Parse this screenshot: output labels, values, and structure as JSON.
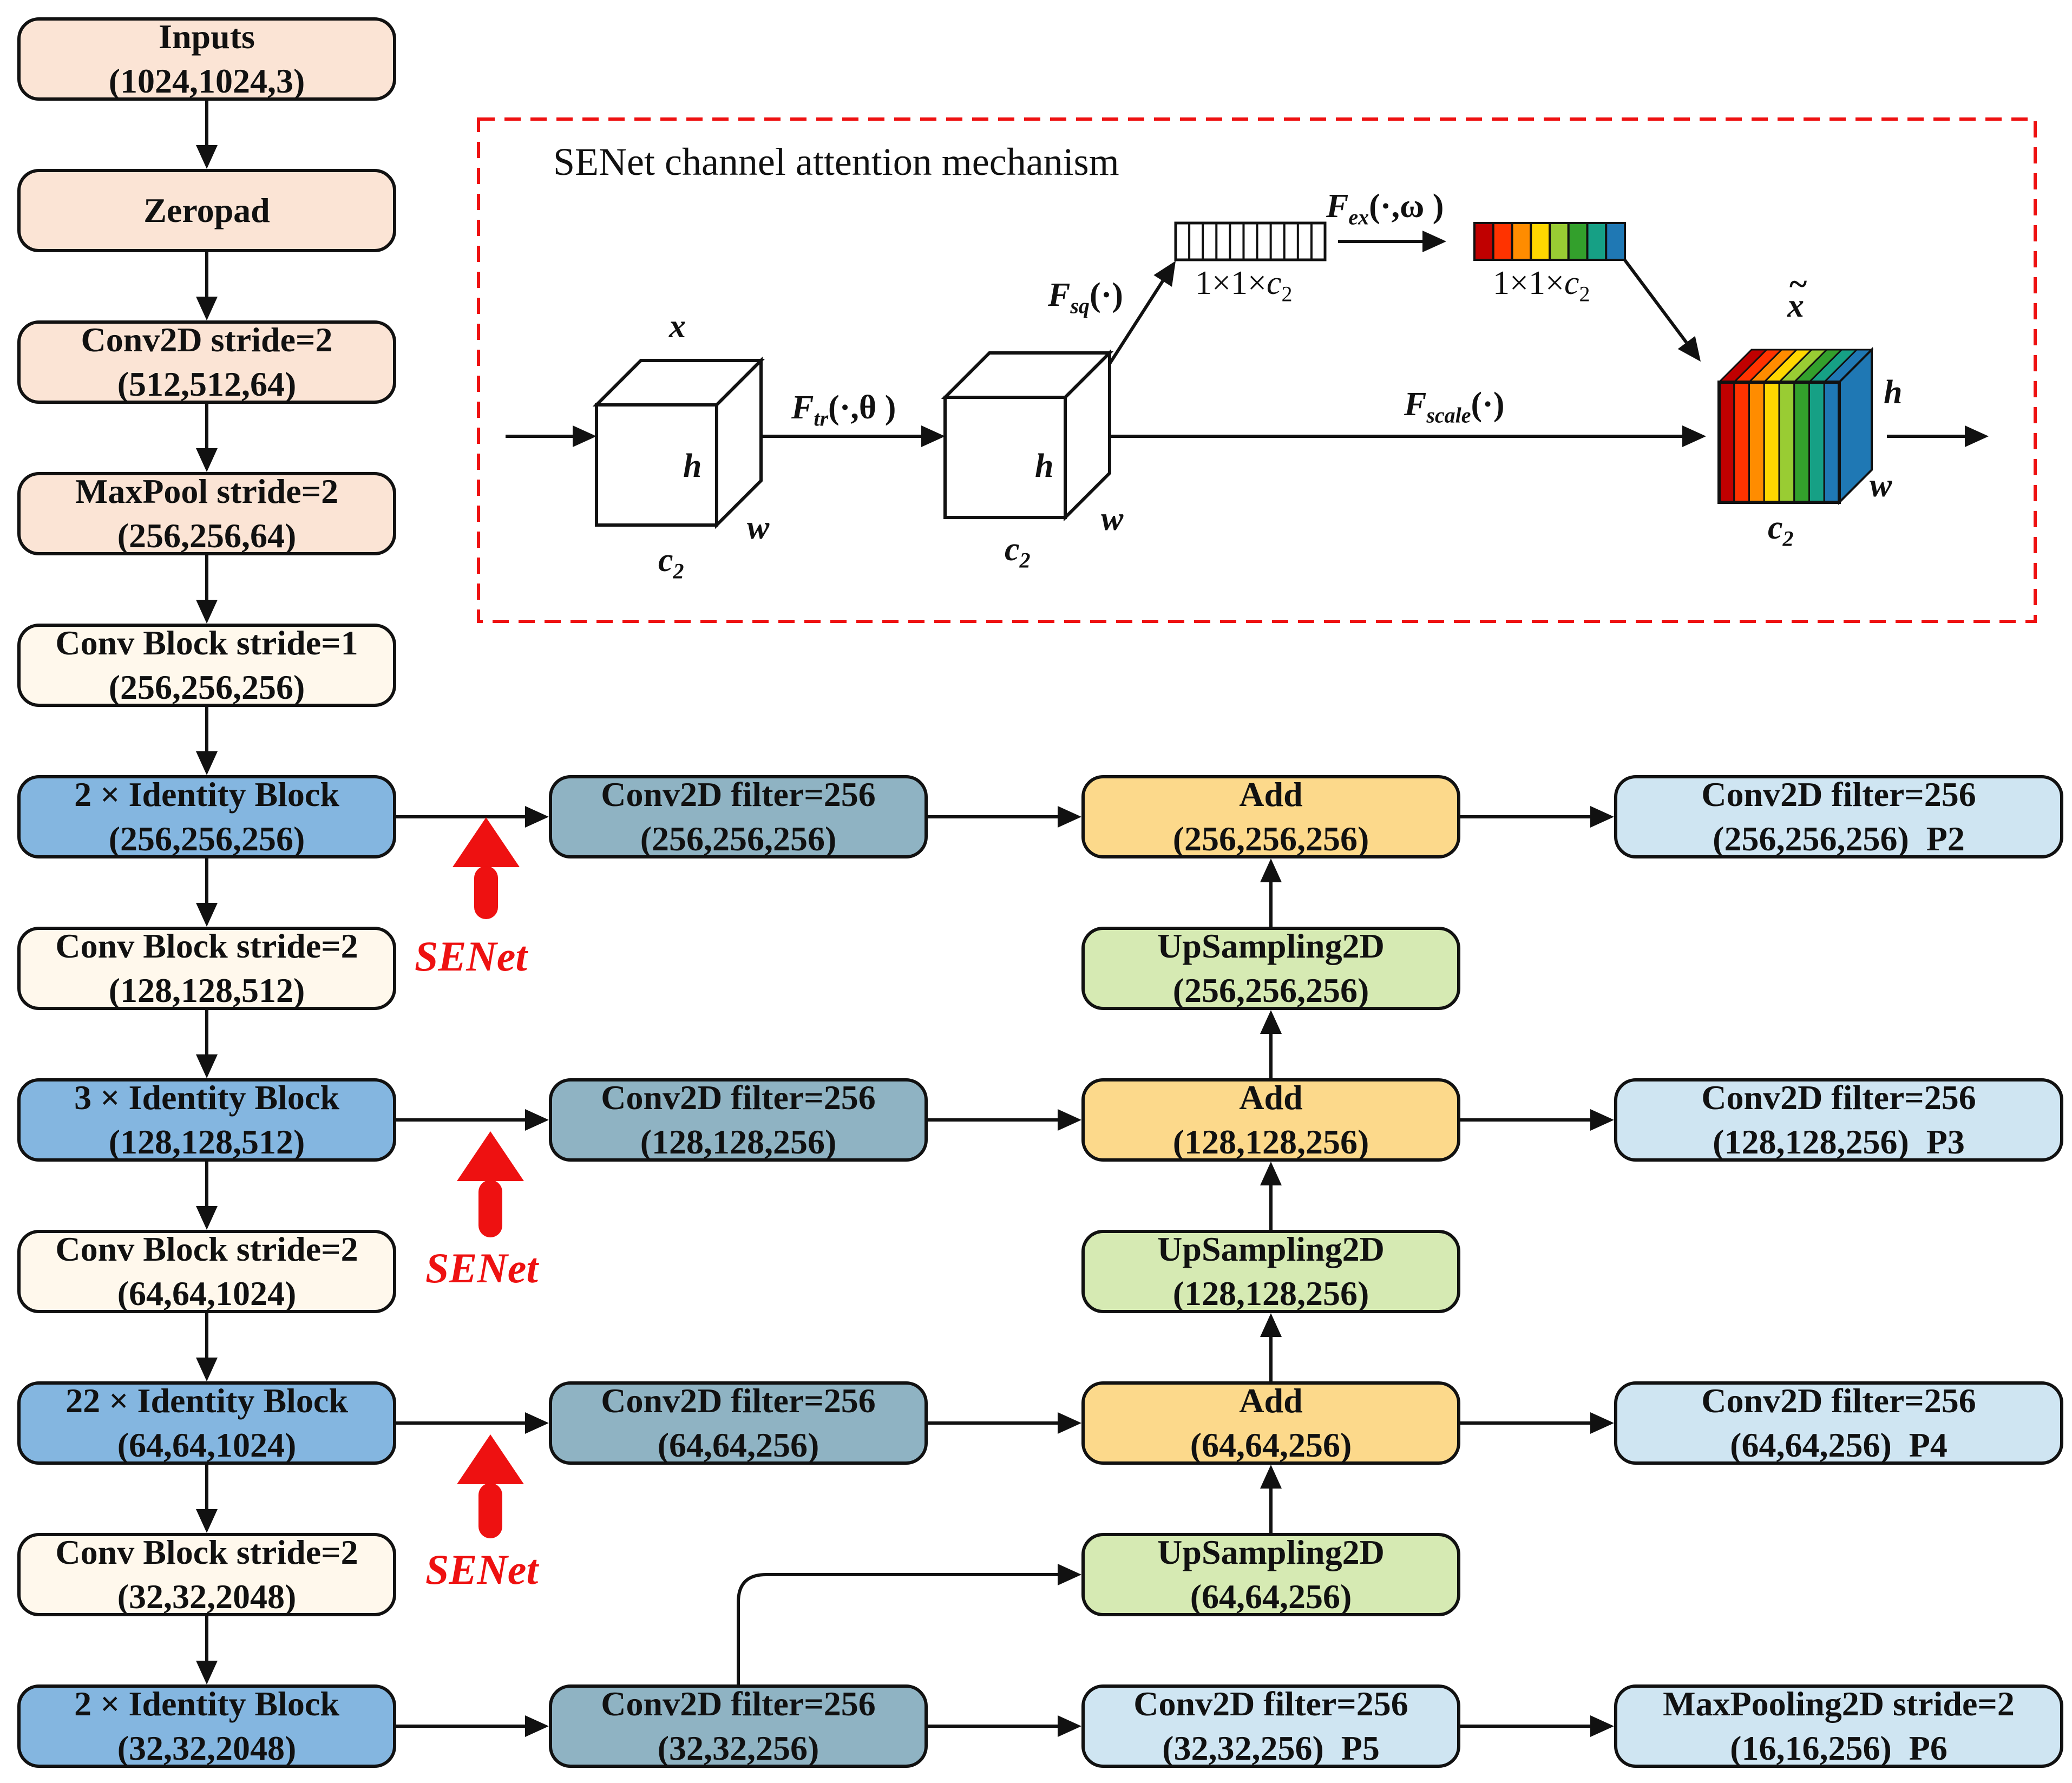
{
  "colors": {
    "peach": "#fbe4d5",
    "cream": "#fff8ec",
    "blue_dark": "#84b6e0",
    "steel": "#8fb3c3",
    "yellow": "#fcd98b",
    "green": "#d6eab3",
    "light_blue": "#cfe5f2",
    "red": "#ee1111"
  },
  "backbone": [
    {
      "line1": "Inputs",
      "line2": "(1024,1024,3)"
    },
    {
      "line1": "Zeropad",
      "line2": ""
    },
    {
      "line1": "Conv2D stride=2",
      "line2": "(512,512,64)"
    },
    {
      "line1": "MaxPool stride=2",
      "line2": "(256,256,64)"
    },
    {
      "line1": "Conv Block stride=1",
      "line2": "(256,256,256)"
    },
    {
      "line1": "2 × Identity Block",
      "line2": "(256,256,256)"
    },
    {
      "line1": "Conv Block stride=2",
      "line2": "(128,128,512)"
    },
    {
      "line1": "3 × Identity Block",
      "line2": "(128,128,512)"
    },
    {
      "line1": "Conv Block stride=2",
      "line2": "(64,64,1024)"
    },
    {
      "line1": "22 × Identity Block",
      "line2": "(64,64,1024)"
    },
    {
      "line1": "Conv Block stride=2",
      "line2": "(32,32,2048)"
    },
    {
      "line1": "2 × Identity Block",
      "line2": "(32,32,2048)"
    }
  ],
  "lateral": [
    {
      "line1": "Conv2D filter=256",
      "line2": "(256,256,256)"
    },
    {
      "line1": "Conv2D filter=256",
      "line2": "(128,128,256)"
    },
    {
      "line1": "Conv2D filter=256",
      "line2": "(64,64,256)"
    },
    {
      "line1": "Conv2D filter=256",
      "line2": "(32,32,256)"
    }
  ],
  "merge": [
    {
      "line1": "Add",
      "line2": "(256,256,256)"
    },
    {
      "line1": "UpSampling2D",
      "line2": "(256,256,256)"
    },
    {
      "line1": "Add",
      "line2": "(128,128,256)"
    },
    {
      "line1": "UpSampling2D",
      "line2": "(128,128,256)"
    },
    {
      "line1": "Add",
      "line2": "(64,64,256)"
    },
    {
      "line1": "UpSampling2D",
      "line2": "(64,64,256)"
    },
    {
      "line1": "Conv2D filter=256",
      "line2": "(32,32,256)  P5"
    }
  ],
  "outputs": [
    {
      "line1": "Conv2D filter=256",
      "line2": "(256,256,256)  P2"
    },
    {
      "line1": "Conv2D filter=256",
      "line2": "(128,128,256)  P3"
    },
    {
      "line1": "Conv2D filter=256",
      "line2": "(64,64,256)  P4"
    },
    {
      "line1": "MaxPooling2D stride=2",
      "line2": "(16,16,256)  P6"
    }
  ],
  "senet_labels": [
    "SENet",
    "SENet",
    "SENet"
  ],
  "se_panel": {
    "title": "SENet channel attention mechanism",
    "x_label": "x",
    "x_tilde_label": "x",
    "h": "h",
    "w": "w",
    "c": "c",
    "c_sub": "2",
    "f_tr": "F",
    "f_tr_sub": "tr",
    "f_tr_args": "(·,θ )",
    "f_sq": "F",
    "f_sq_sub": "sq",
    "f_sq_args": "(·)",
    "f_ex": "F",
    "f_ex_sub": "ex",
    "f_ex_args": "(·,ω )",
    "f_scale": "F",
    "f_scale_sub": "scale",
    "f_scale_args": "(·)",
    "vec_label": "1×1×",
    "rainbow": [
      "#c00000",
      "#ff3300",
      "#ff8c00",
      "#ffd700",
      "#99cc33",
      "#33a02c",
      "#16a085",
      "#1f78b4"
    ]
  }
}
